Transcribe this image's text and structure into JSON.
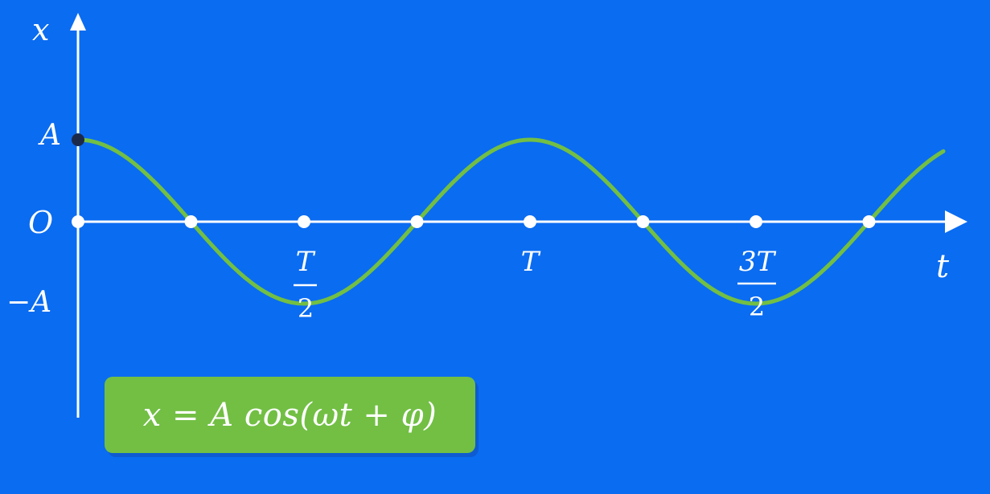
{
  "axes": {
    "y_label": "x",
    "x_label": "t",
    "origin_label": "O",
    "amp_label": "A",
    "neg_amp_label": "−A"
  },
  "ticks": {
    "half": {
      "num": "T",
      "den": "2"
    },
    "full": "T",
    "three_half": {
      "num": "3T",
      "den": "2"
    }
  },
  "formula": "x = A cos(ωt + φ)",
  "colors": {
    "background": "#0a6cf1",
    "curve": "#72bf44",
    "axis": "#ffffff",
    "start_point": "#1c2a4a",
    "formula_box": "#72bf44"
  }
}
